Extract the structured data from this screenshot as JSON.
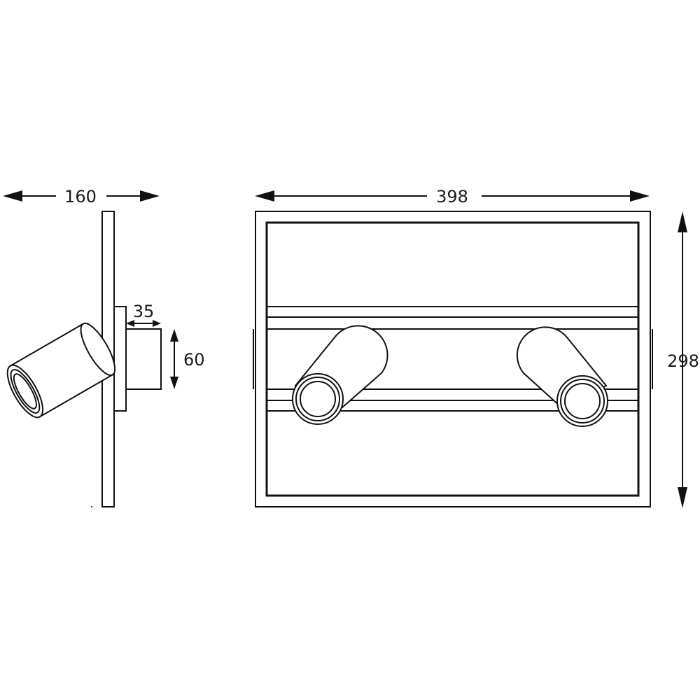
{
  "dimensions": {
    "side_depth": "160",
    "projection": "35",
    "spot_height": "60",
    "width": "398",
    "height": "298"
  },
  "colors": {
    "line": "#111111",
    "background": "#ffffff"
  }
}
